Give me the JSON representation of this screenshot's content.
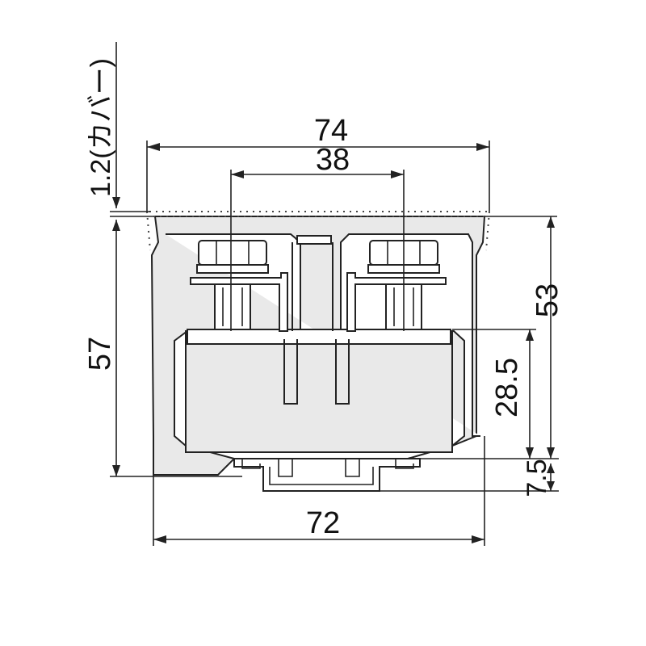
{
  "dimensions": {
    "top_width": "74",
    "screw_pitch": "38",
    "cover_thickness": "1.2(カバー)",
    "left_height": "57",
    "right_height": "53",
    "right_mid": "28.5",
    "right_low": "7.5",
    "bottom_width": "72"
  },
  "colors": {
    "line": "#222222",
    "body": "#e9e9e9"
  }
}
